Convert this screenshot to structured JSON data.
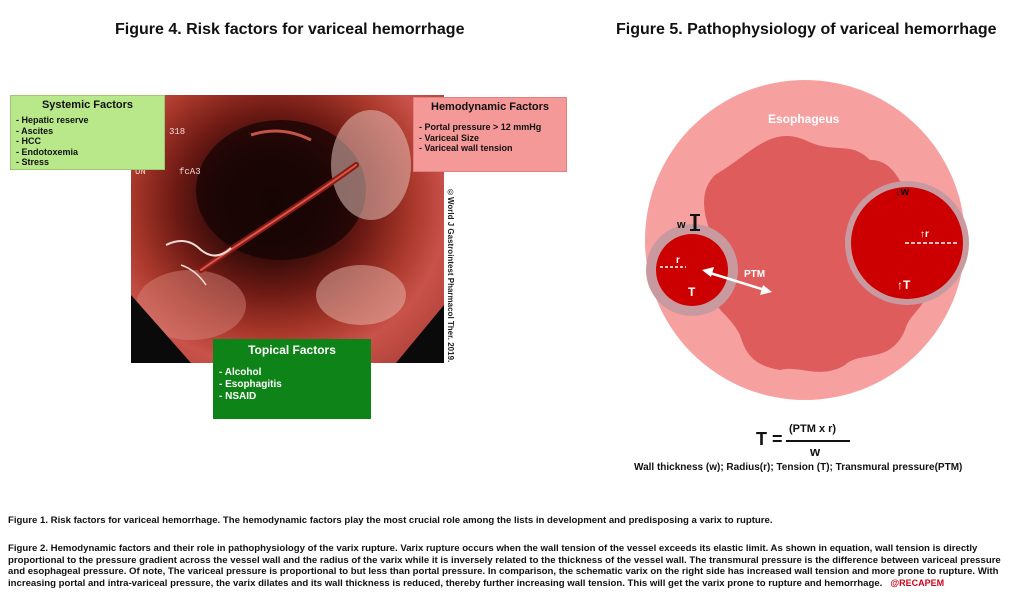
{
  "figure4": {
    "title": "Figure 4. Risk factors for variceal hemorrhage",
    "image_labels": [
      "318",
      "UN",
      "fcA3"
    ],
    "credit": "©World J Gastrointest Pharmacol Ther. 2019.",
    "boxes": {
      "systemic": {
        "title": "Systemic Factors",
        "items": [
          "- Hepatic reserve",
          "- Ascites",
          "- HCC",
          "- Endotoxemia",
          "- Stress"
        ],
        "color": "#b8e88a"
      },
      "hemodynamic": {
        "title": "Hemodynamic Factors",
        "items": [
          "- Portal pressure > 12 mmHg",
          "- Variceal Size",
          "- Variceal wall tension"
        ],
        "color": "#f49898"
      },
      "topical": {
        "title": "Topical Factors",
        "items": [
          "- Alcohol",
          "- Esophagitis",
          "- NSAID"
        ],
        "color": "#0e8318"
      }
    }
  },
  "figure5": {
    "title": "Figure 5. Pathophysiology of variceal hemorrhage",
    "schematic": {
      "esophagus_label": "Esophageus",
      "small_varix": {
        "w": "w",
        "r": "r",
        "T": "T"
      },
      "ptm_label": "PTM",
      "large_varix": {
        "w": "↓w",
        "r": "↑r",
        "T": "↑T"
      },
      "colors": {
        "outer": "#f7a0a0",
        "lumen": "#df5c5c",
        "varix": "#cc0000",
        "varix_rim": "#c89aa0"
      }
    },
    "equation": {
      "lhs": "T =",
      "numerator": "(PTM x r)",
      "denominator": "w"
    },
    "legend": "Wall thickness (w); Radius(r); Tension (T); Transmural pressure(PTM)"
  },
  "captions": {
    "fig1": "Figure 1. Risk factors for variceal hemorrhage. The hemodynamic factors play the most crucial role among the lists in development and predisposing a varix to rupture.",
    "fig2": "Figure 2. Hemodynamic factors and their role in pathophysiology of the varix rupture. Varix rupture occurs when the wall tension of the vessel exceeds its elastic limit. As shown in equation, wall tension is directly proportional to the pressure gradient across the vessel wall and the radius of the varix while it is inversely related to the thickness of the vessel wall. The transmural pressure is the difference between variceal pressure and esophageal pressure. Of note, The variceal pressure is proportional to but less than portal pressure. In comparison, the schematic varix on the right side has increased wall tension and more prone to rupture. With increasing portal and intra-variceal pressure, the varix dilates and its wall thickness is reduced, thereby further increasing wall tension. This will get the varix prone to rupture and hemorrhage.",
    "handle": "@RECAPEM"
  }
}
